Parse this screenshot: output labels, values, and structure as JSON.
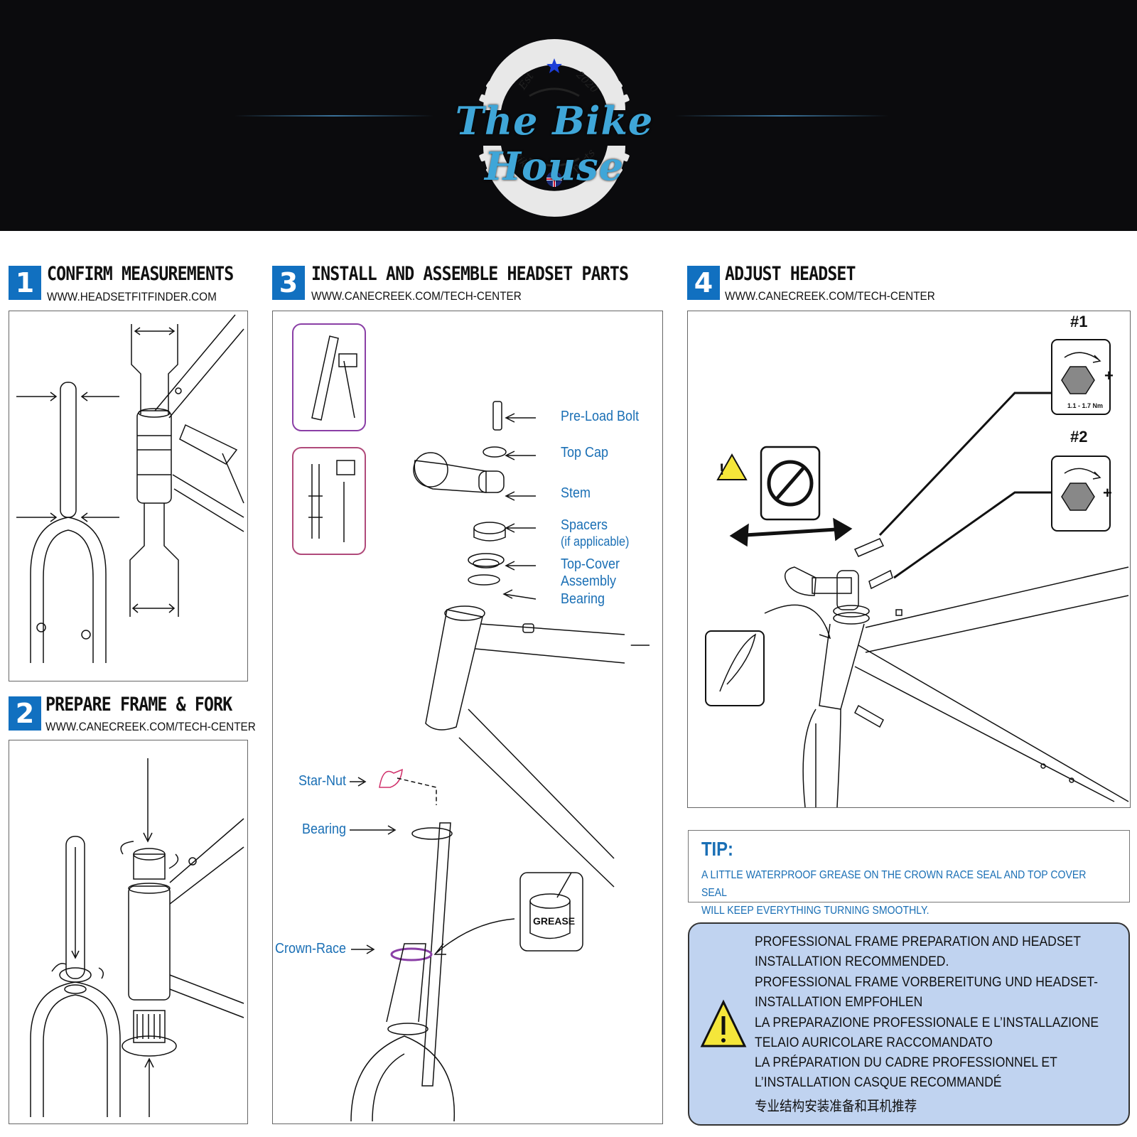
{
  "logo": {
    "name": "The Bike House",
    "est": "Est",
    "year": "2020",
    "bike": "Bike",
    "parts": "Parts"
  },
  "steps": [
    {
      "number": "1",
      "title": "CONFIRM MEASUREMENTS",
      "url": "WWW.HEADSETFITFINDER.COM"
    },
    {
      "number": "2",
      "title": "PREPARE FRAME & FORK",
      "url": "WWW.CANECREEK.COM/TECH-CENTER"
    },
    {
      "number": "3",
      "title": "INSTALL AND ASSEMBLE HEADSET PARTS",
      "url": "WWW.CANECREEK.COM/TECH-CENTER"
    },
    {
      "number": "4",
      "title": "ADJUST HEADSET",
      "url": "WWW.CANECREEK.COM/TECH-CENTER"
    }
  ],
  "parts_labels": {
    "preload_bolt": "Pre-Load Bolt",
    "top_cap": "Top Cap",
    "stem": "Stem",
    "spacers": "Spacers",
    "spacers_note": "(if applicable)",
    "top_cover_1": "Top-Cover",
    "top_cover_2": "Assembly",
    "bearing_upper": "Bearing",
    "star_nut": "Star-Nut",
    "bearing_lower": "Bearing",
    "crown_race": "Crown-Race",
    "grease": "GREASE"
  },
  "adjust": {
    "step1": "#1",
    "step2": "#2",
    "torque": "1.1 - 1.7 Nm"
  },
  "tip": {
    "title": "TIP:",
    "line1": "A LITTLE WATERPROOF GREASE ON THE CROWN RACE SEAL AND TOP COVER SEAL",
    "line2": "WILL KEEP EVERYTHING TURNING SMOOTHLY."
  },
  "warning": {
    "lines": [
      "PROFESSIONAL FRAME PREPARATION AND HEADSET",
      "INSTALLATION RECOMMENDED.",
      "PROFESSIONAL FRAME VORBEREITUNG UND HEADSET-",
      "INSTALLATION EMPFOHLEN",
      "LA PREPARAZIONE PROFESSIONALE E L’INSTALLAZIONE",
      "TELAIO AURICOLARE RACCOMANDATO",
      "LA PRÉPARATION DU CADRE PROFESSIONNEL ET",
      "L’INSTALLATION CASQUE RECOMMANDÉ",
      "专业结构安装准备和耳机推荐"
    ]
  },
  "colors": {
    "accent": "#1170c0",
    "label_blue": "#1a6fb5",
    "warning_bg": "#c0d3f0",
    "banner": "#0b0b0d"
  }
}
